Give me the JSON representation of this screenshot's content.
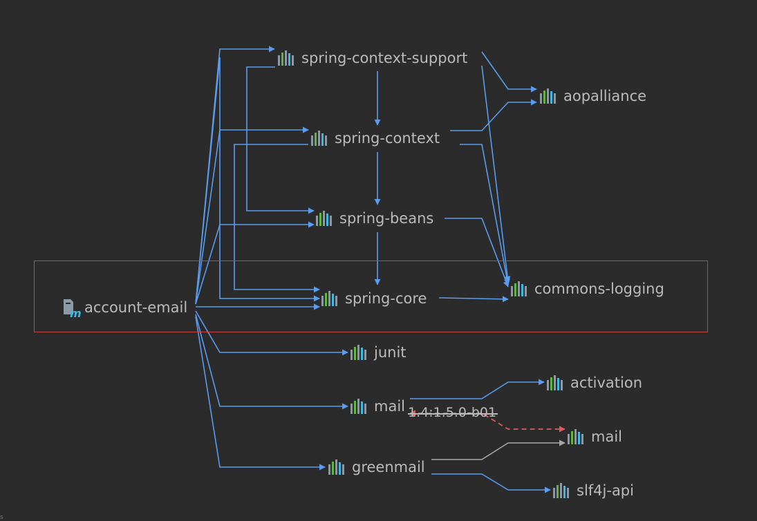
{
  "nodes": {
    "spring_context_support": "spring-context-support",
    "aopalliance": "aopalliance",
    "spring_context": "spring-context",
    "spring_beans": "spring-beans",
    "commons_logging": "commons-logging",
    "account_email": "account-email",
    "spring_core": "spring-core",
    "junit": "junit",
    "activation": "activation",
    "mail_direct": "mail",
    "mail_managed": "mail",
    "greenmail": "greenmail",
    "slf4j_api": "slf4j-api"
  },
  "conflict_label": "1.4:1.5.0-b01",
  "corner_text": "s",
  "colors": {
    "background": "#2b2b2b",
    "edge": "#5a9cf0",
    "conflict_edge": "#e05a5a",
    "omitted_edge": "#a9a9a9",
    "selection": "#c9423f",
    "text": "#bbbbbb"
  },
  "icons": {
    "library": "library-bars-icon",
    "module": "maven-module-icon"
  }
}
